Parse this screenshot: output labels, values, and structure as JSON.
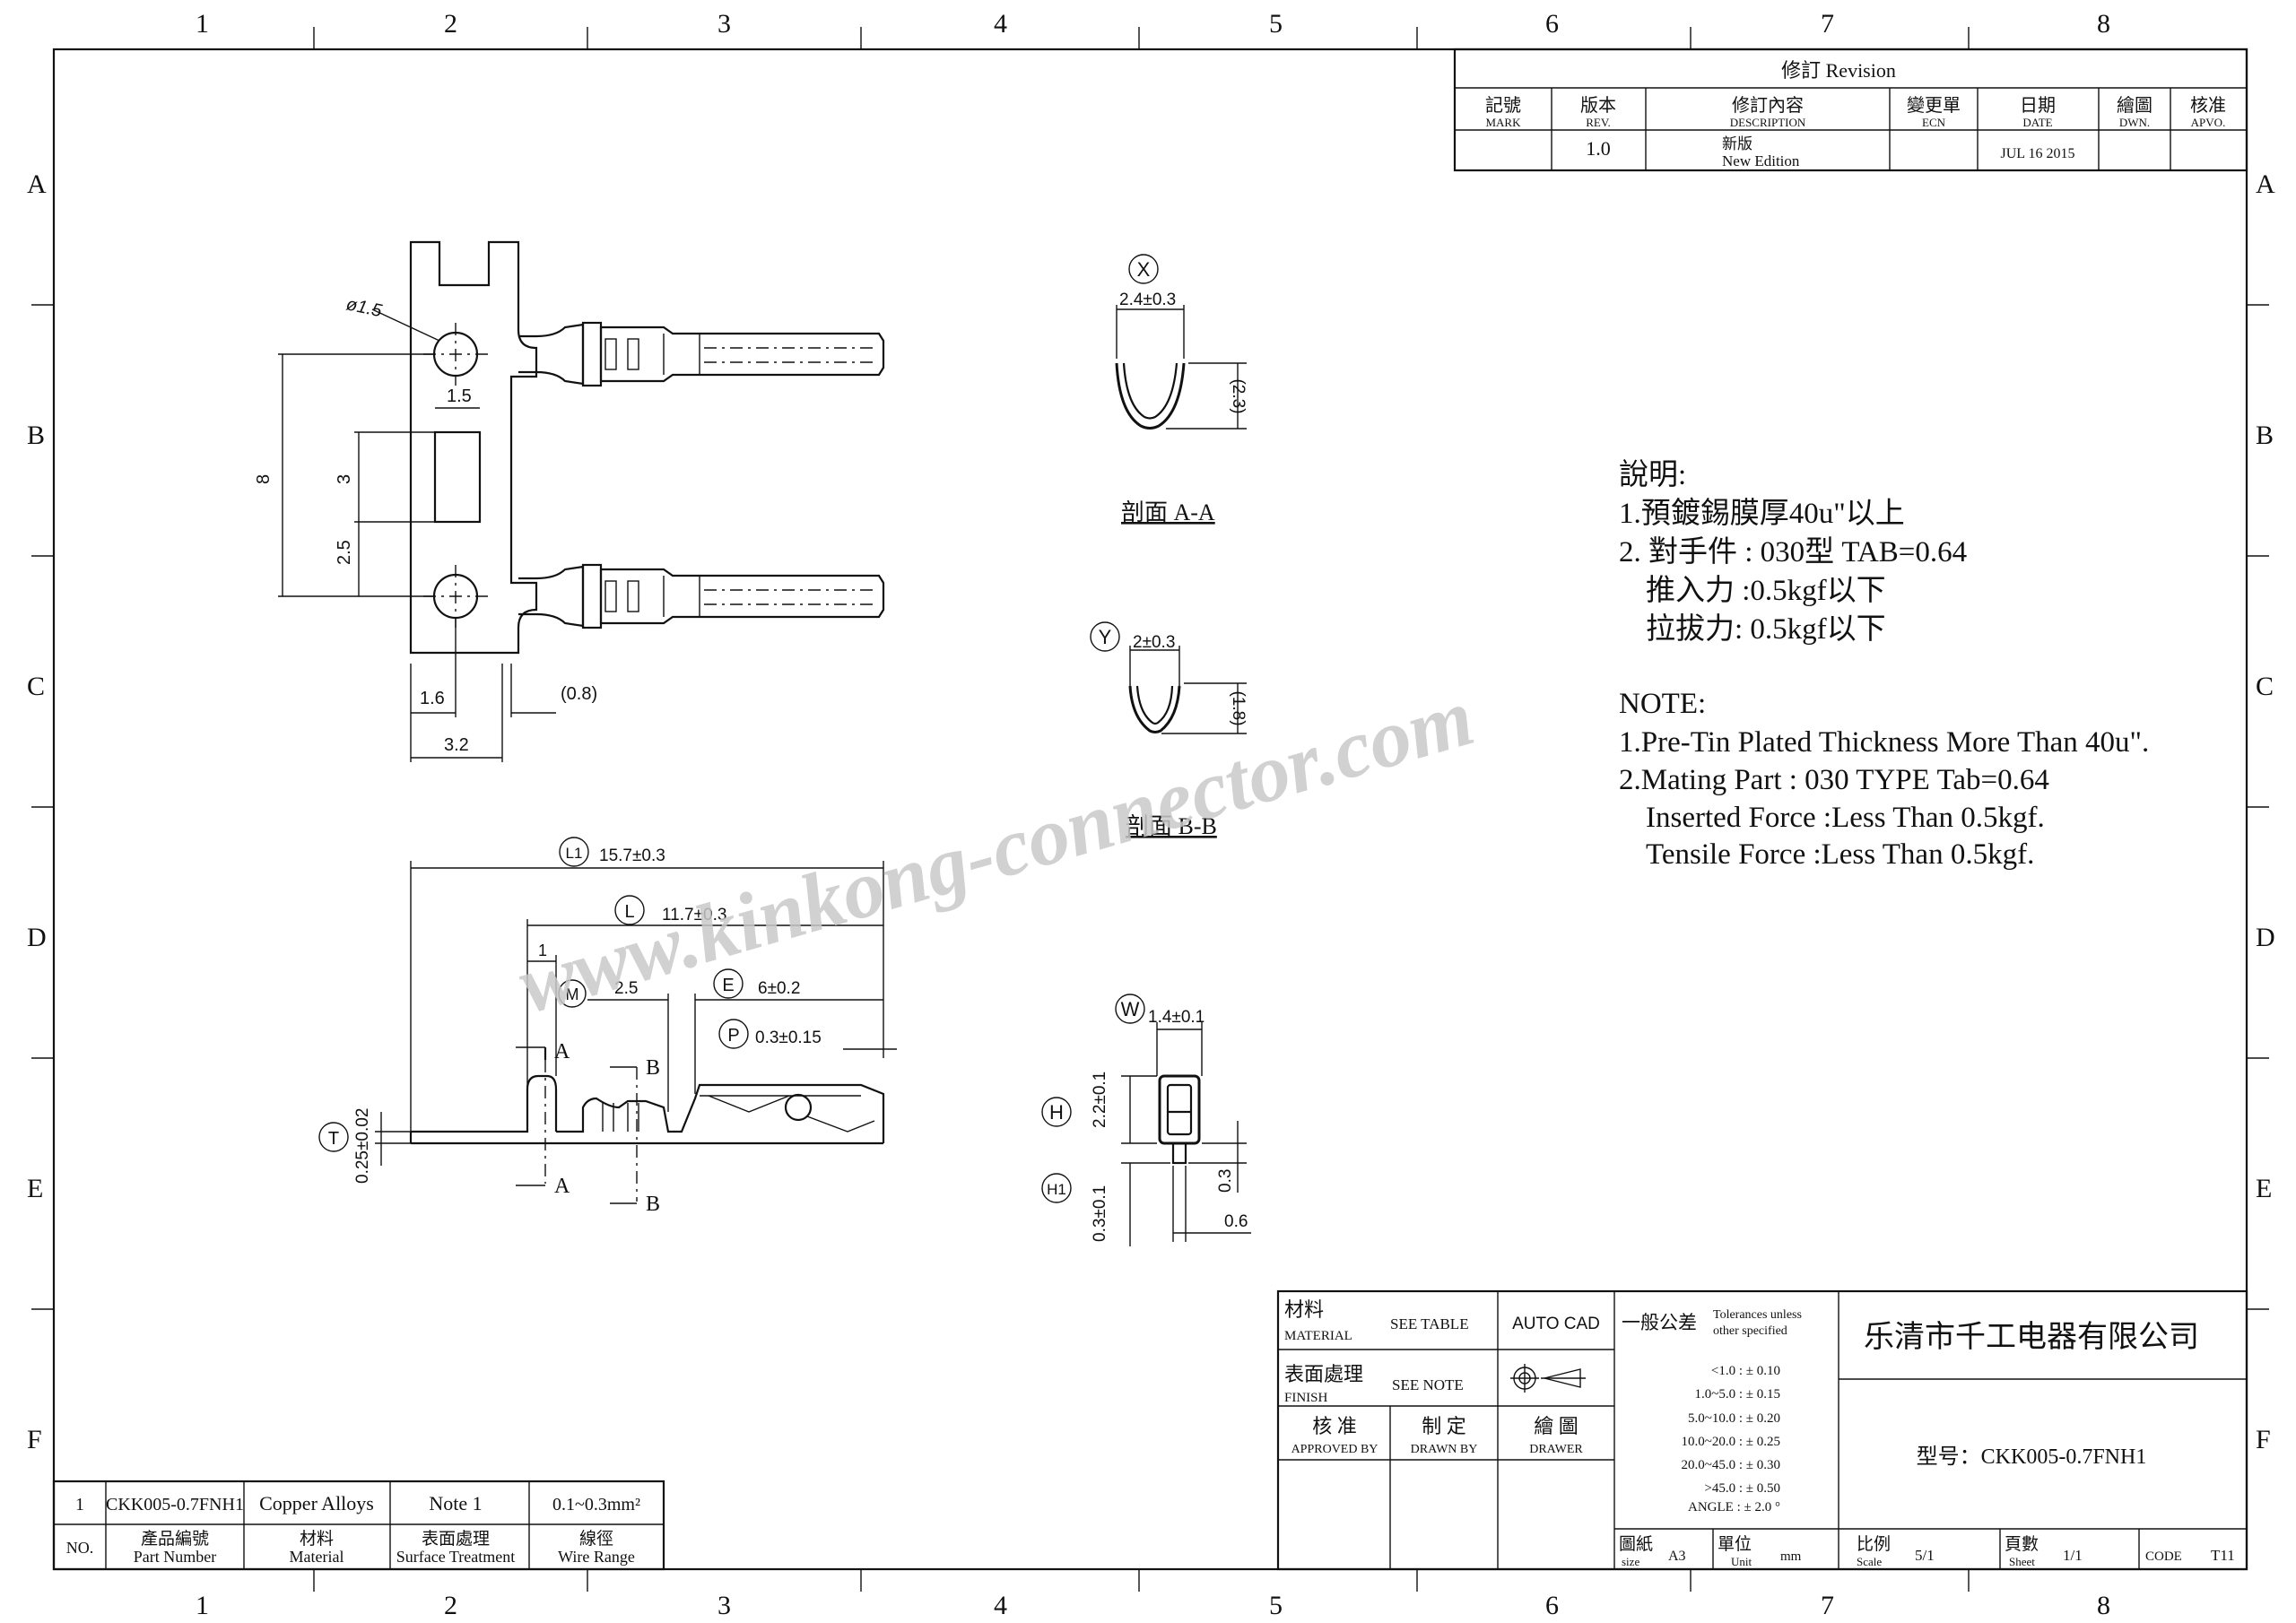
{
  "border": {
    "columns": [
      "1",
      "2",
      "3",
      "4",
      "5",
      "6",
      "7",
      "8"
    ],
    "rows": [
      "A",
      "B",
      "C",
      "D",
      "E",
      "F"
    ]
  },
  "revision": {
    "title": "修訂 Revision",
    "headers": [
      {
        "cn": "記號",
        "en": "MARK"
      },
      {
        "cn": "版本",
        "en": "REV."
      },
      {
        "cn": "修訂內容",
        "en": "DESCRIPTION"
      },
      {
        "cn": "變更單",
        "en": "ECN"
      },
      {
        "cn": "日期",
        "en": "DATE"
      },
      {
        "cn": "繪圖",
        "en": "DWN."
      },
      {
        "cn": "核准",
        "en": "APVO."
      }
    ],
    "row": {
      "mark": "",
      "rev": "1.0",
      "desc_cn": "新版",
      "desc_en": "New Edition",
      "ecn": "",
      "date": "JUL 16 2015",
      "dwn": "",
      "apvo": ""
    }
  },
  "top_view": {
    "dia": "ø1.5",
    "d_1_5": "1.5",
    "d_8": "8",
    "d_3": "3",
    "d_2_5": "2.5",
    "d_1_6": "1.6",
    "d_0_8": "(0.8)",
    "d_3_2": "3.2"
  },
  "section_aa": {
    "circle": "X",
    "width": "2.4±0.3",
    "height": "(2.3)",
    "caption": "剖面 A-A"
  },
  "section_bb": {
    "circle": "Y",
    "width": "2±0.3",
    "height": "(1.8)",
    "caption": "剖面 B-B"
  },
  "end_view": {
    "w_circle": "W",
    "width": "1.4±0.1",
    "h_circle": "H",
    "h_val": "2.2±0.1",
    "h1_circle": "H1",
    "h1_val": "0.3±0.1",
    "d_0_3": "0.3",
    "d_0_6": "0.6"
  },
  "side_view": {
    "l1_circle": "L1",
    "l1_val": "15.7±0.3",
    "l_circle": "L",
    "l_val": "11.7±0.3",
    "d_1": "1",
    "m_circle": "M",
    "d_2_5": "2.5",
    "e_circle": "E",
    "e_val": "6±0.2",
    "p_circle": "P",
    "p_val": "0.3±0.15",
    "t_circle": "T",
    "t_val": "0.25±0.02",
    "mark_a": "A",
    "mark_b": "B"
  },
  "notes": {
    "cn": [
      "說明:",
      "1.預鍍錫膜厚40u\"以上",
      "2. 對手件 : 030型 TAB=0.64",
      "推入力 :0.5kgf以下",
      "拉拔力: 0.5kgf以下"
    ],
    "en": [
      "NOTE:",
      "1.Pre-Tin Plated Thickness More Than 40u\".",
      "2.Mating Part : 030  TYPE Tab=0.64",
      "Inserted Force :Less Than 0.5kgf.",
      "Tensile Force :Less Than 0.5kgf."
    ]
  },
  "watermark": "www.kinkong-connector.com",
  "part_table": {
    "no": "1",
    "part_number": "CKK005-0.7FNH1",
    "material": "Copper Alloys",
    "surface": "Note  1",
    "wire_range": "0.1~0.3mm²",
    "headers": [
      {
        "cn": "NO.",
        "en": ""
      },
      {
        "cn": "產品編號",
        "en": "Part Number"
      },
      {
        "cn": "材料",
        "en": "Material"
      },
      {
        "cn": "表面處理",
        "en": "Surface Treatment"
      },
      {
        "cn": "線徑",
        "en": "Wire Range"
      }
    ]
  },
  "title_block": {
    "material_cn": "材料",
    "material_en": "MATERIAL",
    "material_val": "SEE  TABLE",
    "autocad": "AUTO CAD",
    "finish_cn": "表面處理",
    "finish_en": "FINISH",
    "finish_val": "SEE  NOTE",
    "approved_cn": "核 准",
    "approved_en": "APPROVED BY",
    "drawn_cn": "制 定",
    "drawn_en": "DRAWN BY",
    "drawer_cn": "繪 圖",
    "drawer_en": "DRAWER",
    "tol_cn": "一般公差",
    "tol_en1": "Tolerances unless",
    "tol_en2": "other specified",
    "tolerances": [
      "<1.0  :  ±  0.10",
      "1.0~5.0  :  ±  0.15",
      "5.0~10.0  :  ±  0.20",
      "10.0~20.0  :  ±  0.25",
      "20.0~45.0  :  ±  0.30",
      ">45.0  :  ±  0.50",
      "ANGLE  :  ±  2.0 °"
    ],
    "company": "乐清市千工电器有限公司",
    "model": "型号：CKK005-0.7FNH1",
    "size_cn": "圖紙",
    "size_en": "size",
    "size_val": "A3",
    "unit_cn": "單位",
    "unit_en": "Unit",
    "unit_val": "mm",
    "scale_cn": "比例",
    "scale_en": "Scale",
    "scale_val": "5/1",
    "sheet_cn": "頁數",
    "sheet_en": "Sheet",
    "sheet_val": "1/1",
    "code_label": "CODE",
    "code_val": "T11"
  }
}
